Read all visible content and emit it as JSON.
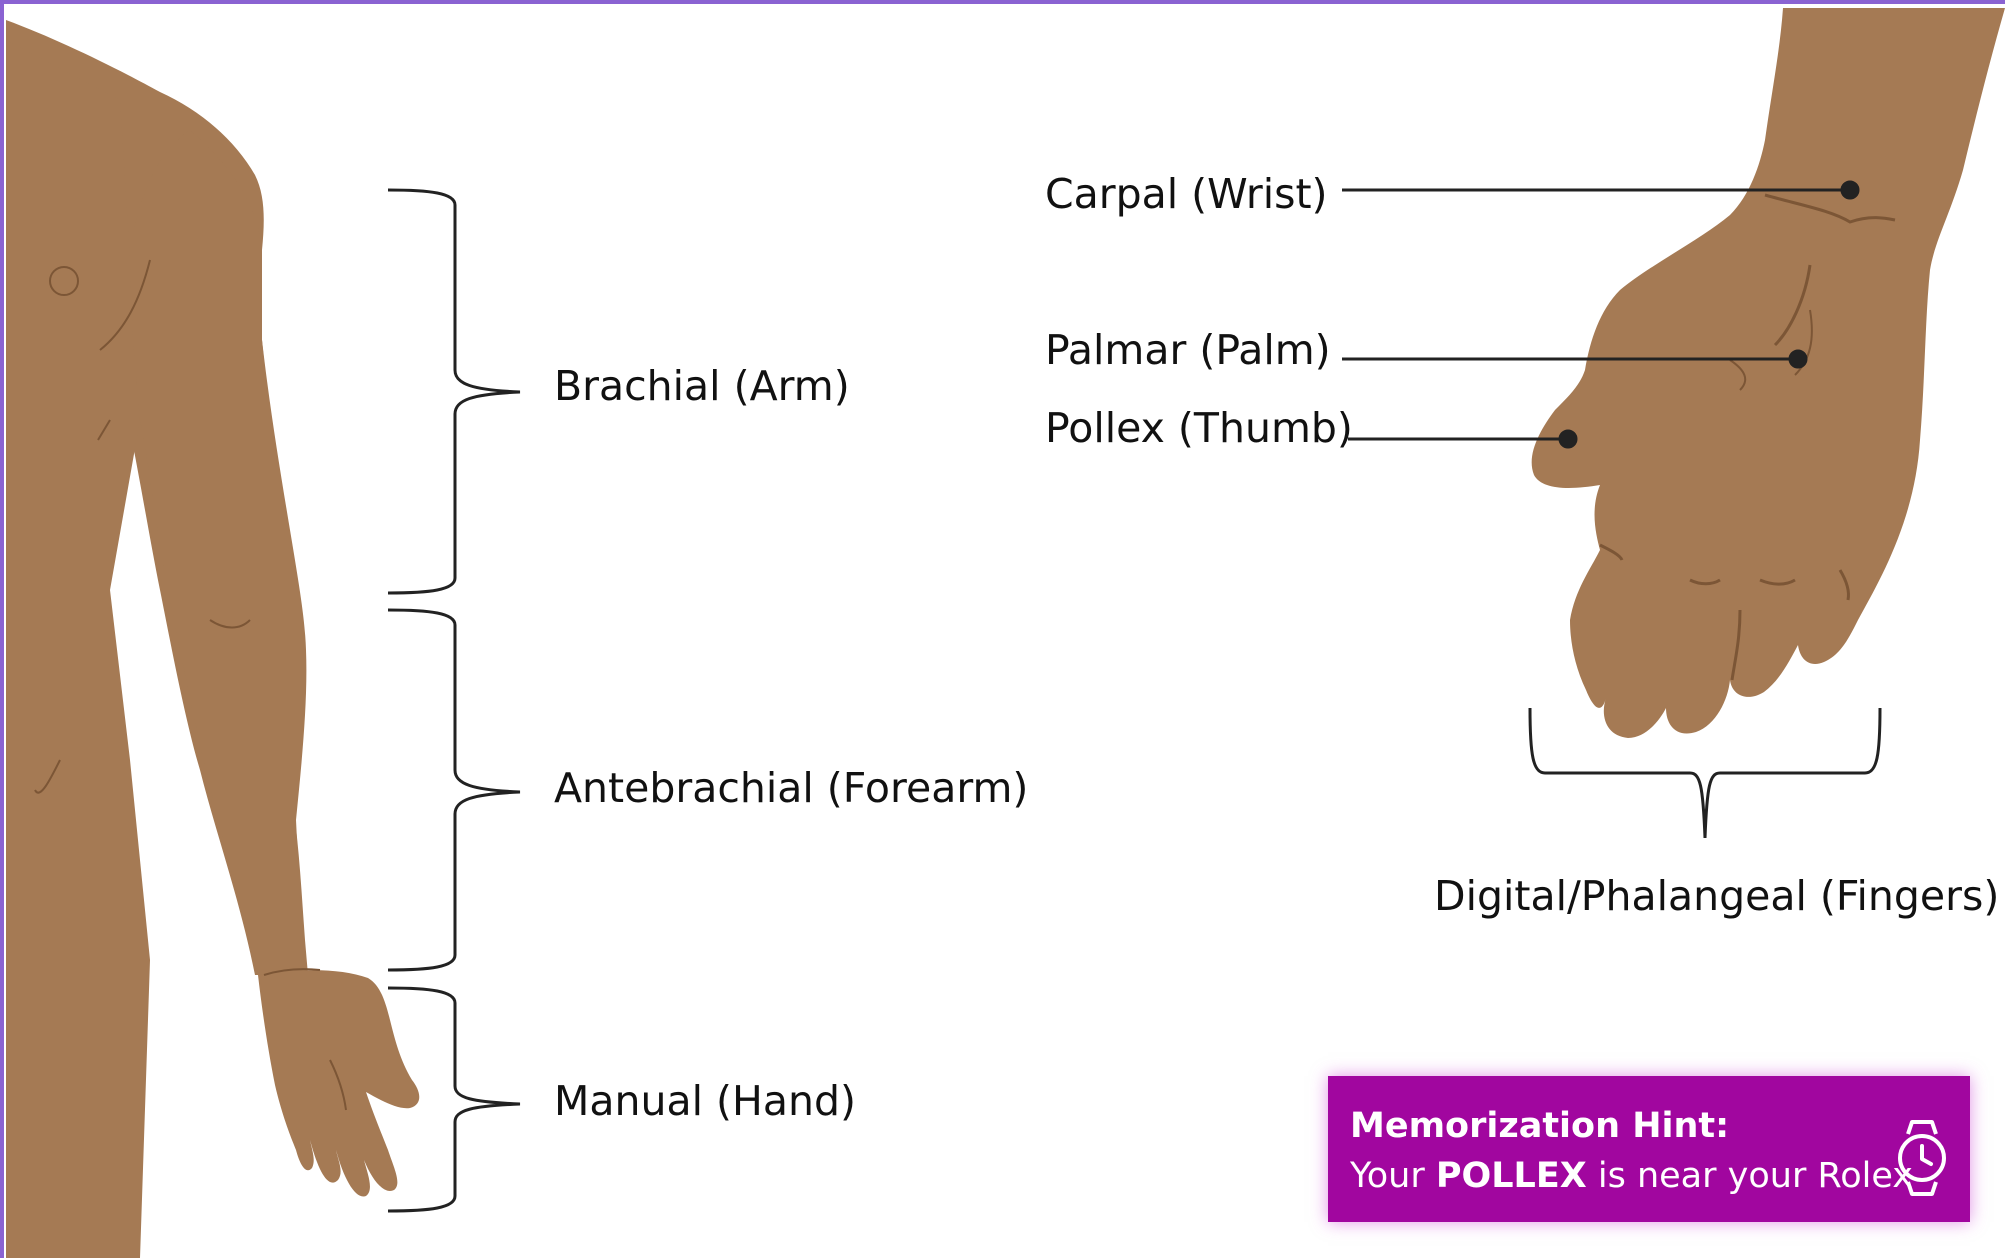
{
  "colors": {
    "skin": "#a57a54",
    "skin_line": "#7c5636",
    "frame": "#8a63d2",
    "hint_bg": "#a1069f",
    "hint_text": "#ffffff"
  },
  "labels": {
    "brachial": "Brachial (Arm)",
    "antebrachial": "Antebrachial (Forearm)",
    "manual": "Manual (Hand)",
    "carpal": "Carpal (Wrist)",
    "palmar": "Palmar (Palm)",
    "pollex": "Pollex (Thumb)",
    "digital": "Digital/Phalangeal (Fingers)"
  },
  "hint": {
    "title": "Memorization Hint:",
    "line_prefix": "Your ",
    "line_bold": "POLLEX",
    "line_suffix": " is near your Rolex",
    "icon": "watch-icon"
  }
}
